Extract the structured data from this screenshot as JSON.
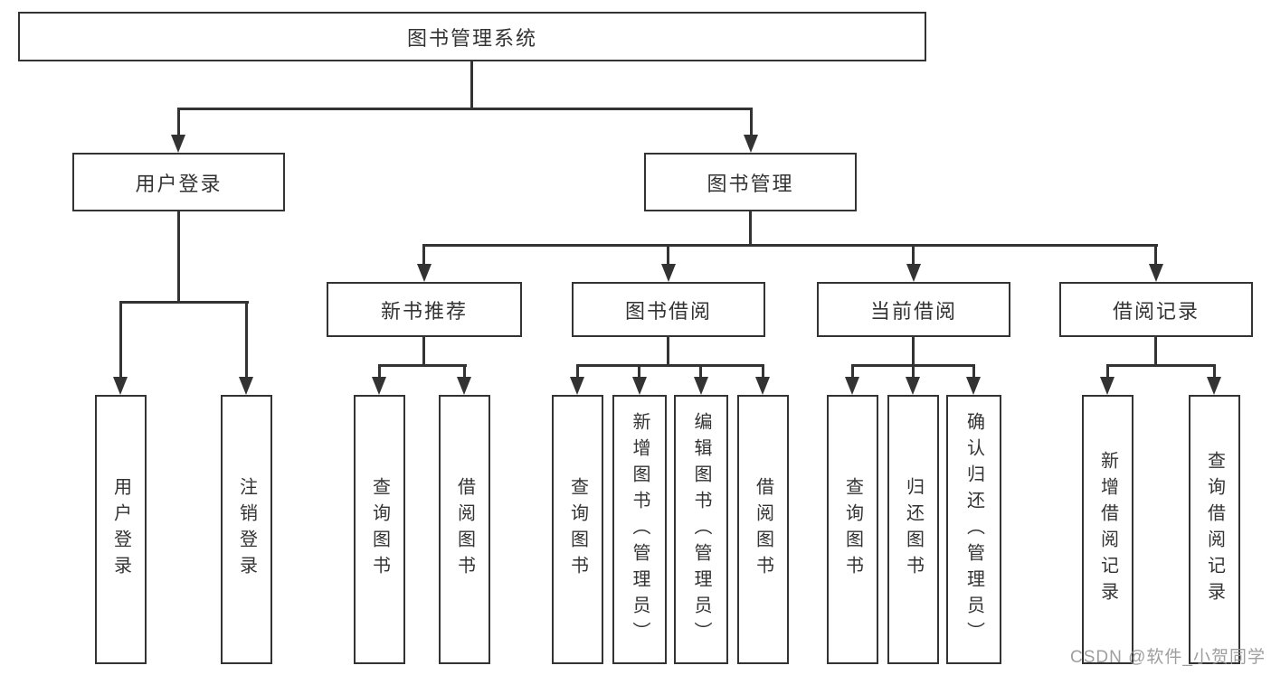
{
  "diagram": {
    "root_label": "图书管理系统",
    "level2": [
      {
        "label": "用户登录"
      },
      {
        "label": "图书管理"
      }
    ],
    "level3": [
      {
        "label": "新书推荐"
      },
      {
        "label": "图书借阅"
      },
      {
        "label": "当前借阅"
      },
      {
        "label": "借阅记录"
      }
    ],
    "leaves": {
      "login": [
        "用户登录",
        "注销登录"
      ],
      "recommend": [
        "查询图书",
        "借阅图书"
      ],
      "borrow": [
        "查询图书",
        "新增图书（管理员）",
        "编辑图书（管理员）",
        "借阅图书"
      ],
      "current": [
        "查询图书",
        "归还图书",
        "确认归还（管理员）"
      ],
      "records": [
        "新增借阅记录",
        "查询借阅记录"
      ]
    }
  },
  "watermark": "CSDN @软件_小贺同学",
  "colors": {
    "line": "#333333",
    "text": "#333333",
    "background": "#ffffff",
    "watermark": "#949494"
  }
}
